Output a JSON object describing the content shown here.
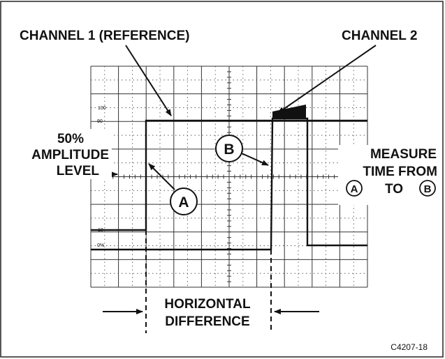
{
  "labels": {
    "channel1": "CHANNEL 1 (REFERENCE)",
    "channel2": "CHANNEL 2",
    "amplitude_line1": "50%",
    "amplitude_line2": "AMPLITUDE",
    "amplitude_line3": "LEVEL",
    "measure_line1": "MEASURE",
    "measure_line2": "TIME FROM",
    "measure_to": "TO",
    "point_a": "A",
    "point_b": "B",
    "horizontal_line1": "HORIZONTAL",
    "horizontal_line2": "DIFFERENCE",
    "figure_code": "C4207-18"
  },
  "graticule_marks": {
    "top_100": "100",
    "top_90": "90",
    "bottom_10": "10",
    "bottom_0": "0%"
  }
}
